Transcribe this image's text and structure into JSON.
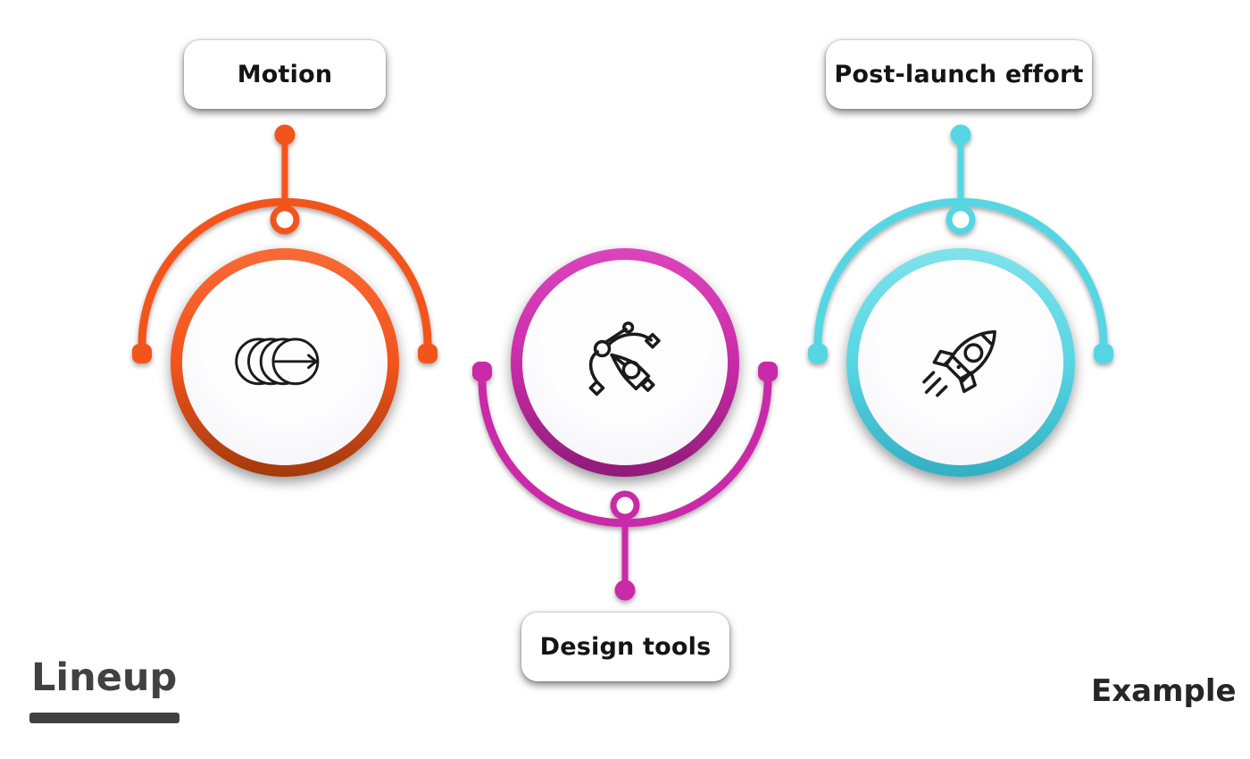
{
  "background": "#FFFFFF",
  "groups": [
    {
      "name": "motion",
      "label": "Motion",
      "label_position": "top",
      "icon": "motion-frames-arrow-icon",
      "color": "#F2541D",
      "color_light": "#F86A36",
      "color_dark": "#A33A0E"
    },
    {
      "name": "design-tools",
      "label": "Design tools",
      "label_position": "bottom",
      "icon": "pen-tool-icon",
      "color": "#C92CA8",
      "color_light": "#DB45BC",
      "color_dark": "#8F1C78"
    },
    {
      "name": "post-launch-effort",
      "label": "Post-launch effort",
      "label_position": "top",
      "icon": "rocket-icon",
      "color": "#57D6E2",
      "color_light": "#7FE2EB",
      "color_dark": "#33AFC4"
    }
  ],
  "circle": {
    "fill_center": "#FDFDFE",
    "fill_edge": "#F2F1F6",
    "icon_stroke": "#1B1B1B",
    "node_fill": "#FFFFFF"
  },
  "footer": {
    "title": "Lineup",
    "title_color": "#414141",
    "watermark": "Example",
    "watermark_color": "#262626"
  }
}
